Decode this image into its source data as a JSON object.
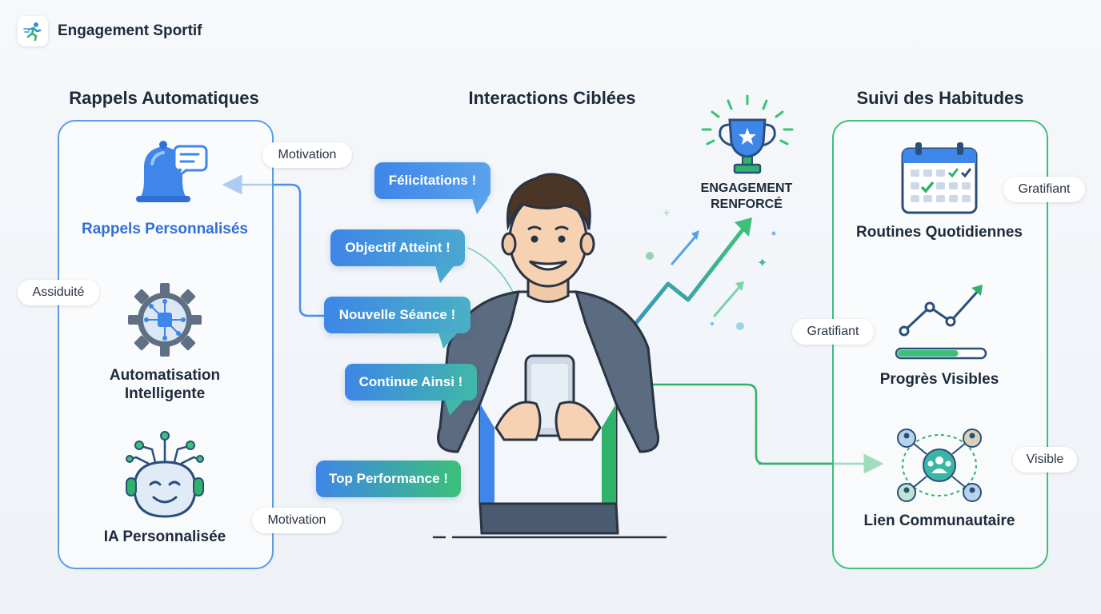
{
  "header": {
    "title": "Engagement Sportif",
    "logo_icon": "runner-icon"
  },
  "columns": {
    "left": {
      "title": "Rappels Automatiques"
    },
    "center": {
      "title": "Interactions Ciblées"
    },
    "right": {
      "title": "Suivi des Habitudes"
    }
  },
  "left_panel": {
    "items": [
      {
        "label": "Rappels Personnalisés",
        "icon": "bell-chat-icon",
        "accent": "#2f6fd6"
      },
      {
        "label": "Automatisation Intelligente",
        "icon": "gear-chip-icon"
      },
      {
        "label": "IA Personnalisée",
        "icon": "ai-head-icon"
      }
    ]
  },
  "right_panel": {
    "items": [
      {
        "label": "Routines Quotidiennes",
        "icon": "calendar-check-icon"
      },
      {
        "label": "Progrès Visibles",
        "icon": "progress-chart-icon",
        "progress": 0.7
      },
      {
        "label": "Lien Communautaire",
        "icon": "community-network-icon"
      }
    ]
  },
  "tags": {
    "motivation_top": "Motivation",
    "assiduite": "Assiduité",
    "motivation_bottom": "Motivation",
    "gratifiant_top": "Gratifiant",
    "gratifiant_mid": "Gratifiant",
    "visible": "Visible"
  },
  "bubbles": [
    "Félicitations !",
    "Objectif Atteint !",
    "Nouvelle Séance !",
    "Continue Ainsi !",
    "Top Performance !"
  ],
  "engagement": {
    "line1": "ENGAGEMENT",
    "line2": "RENFORCÉ",
    "icon": "trophy-icon"
  },
  "colors": {
    "blue": "#4a8fe6",
    "green": "#3cc07a",
    "text": "#1e2b3a"
  }
}
